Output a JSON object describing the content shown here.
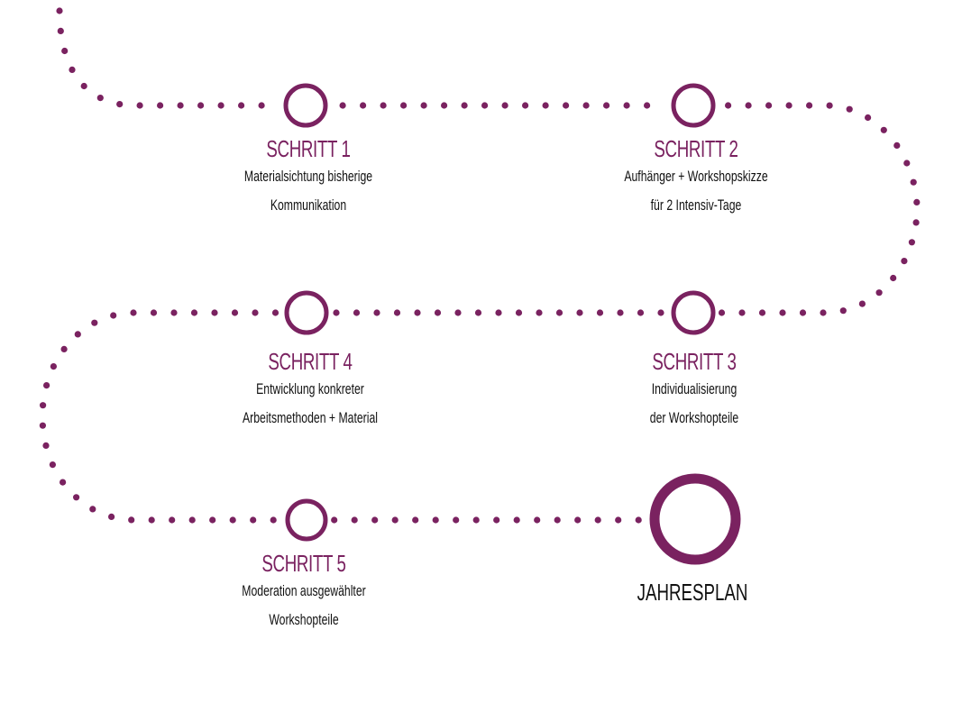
{
  "accent_color": "#7a2260",
  "steps": [
    {
      "title": "SCHRITT 1",
      "lines": [
        "Materialsichtung bisherige",
        "Kommunikation"
      ]
    },
    {
      "title": "SCHRITT 2",
      "lines": [
        "Aufhänger + Workshopskizze",
        "für 2 Intensiv-Tage"
      ]
    },
    {
      "title": "SCHRITT 3",
      "lines": [
        "Individualisierung",
        "der Workshopteile"
      ]
    },
    {
      "title": "SCHRITT 4",
      "lines": [
        "Entwicklung konkreter",
        "Arbeitsmethoden + Material"
      ]
    },
    {
      "title": "SCHRITT 5",
      "lines": [
        "Moderation ausgewählter",
        "Workshopteile"
      ]
    }
  ],
  "goal": {
    "label": "JAHRESPLAN"
  }
}
